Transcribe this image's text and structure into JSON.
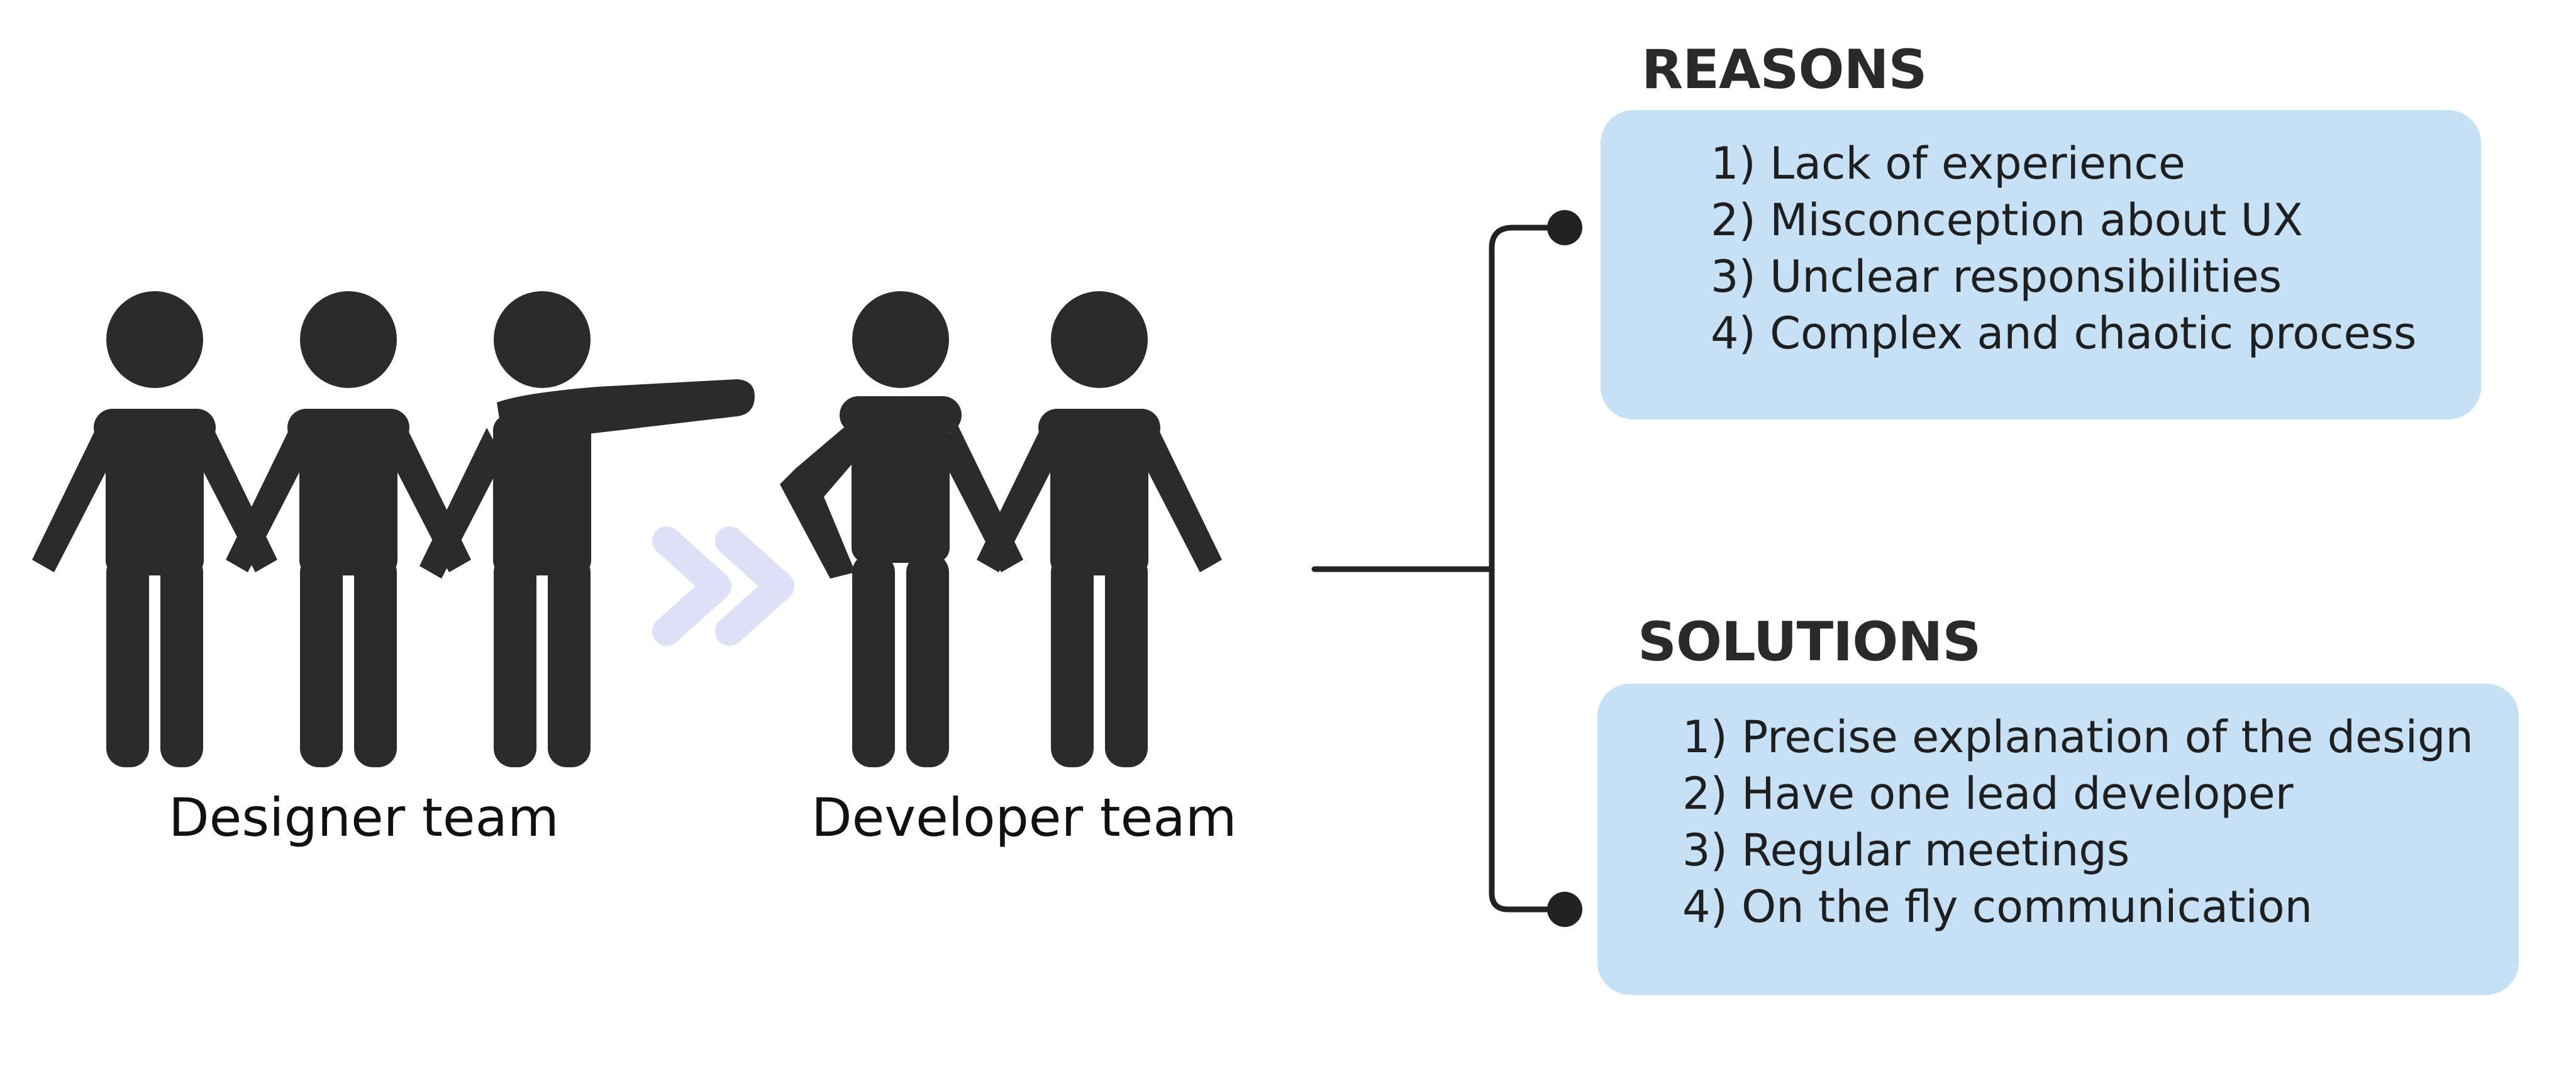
{
  "designer_team": {
    "label": "Designer team"
  },
  "developer_team": {
    "label": "Developer team"
  },
  "reasons": {
    "heading": "REASONS",
    "items": [
      "1) Lack of experience",
      "2) Misconception about UX",
      "3) Unclear responsibilities",
      "4) Complex and chaotic process"
    ]
  },
  "solutions": {
    "heading": "SOLUTIONS",
    "items": [
      "1) Precise explanation of the design",
      "2) Have one lead developer",
      "3) Regular meetings",
      "4) On the fly communication"
    ]
  },
  "colors": {
    "figure": "#2b2b2b",
    "arrow": "#dde0f7",
    "panel": "#c6e0f5",
    "connector": "#222222"
  },
  "icons": {
    "people": "person-silhouette-icon",
    "arrow": "double-chevron-right-icon",
    "node": "filled-dot-icon"
  }
}
